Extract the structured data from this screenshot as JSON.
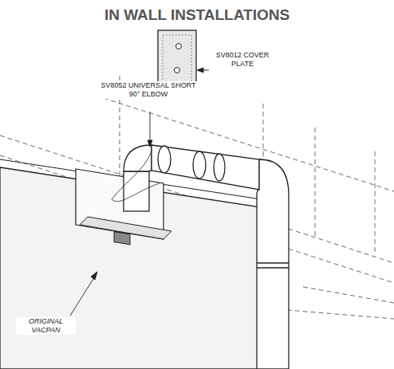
{
  "diagram": {
    "title": "IN WALL INSTALLATIONS",
    "labels": [
      "SV8052 UNIVERSAL SHORT 90° ELBOW",
      "SV8012 COVER PLATE",
      "ORIGINAL VACPAN"
    ]
  }
}
